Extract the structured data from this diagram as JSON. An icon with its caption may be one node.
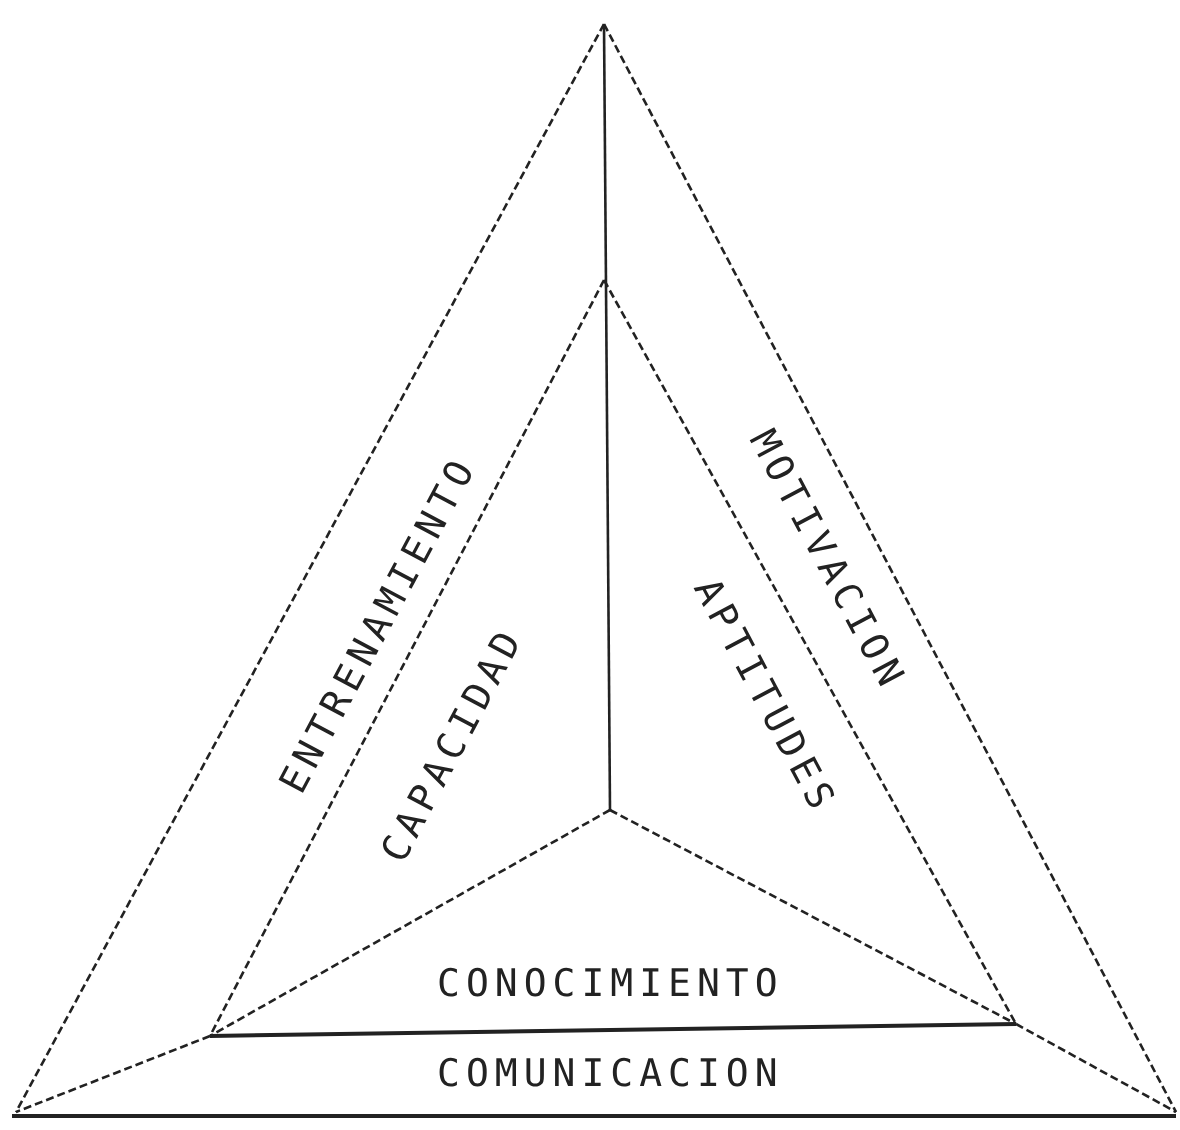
{
  "diagram": {
    "labels": [
      "ENTRENAMIENTO",
      "MOTIVACION",
      "CAPACIDAD",
      "APTITUDES",
      "CONOCIMIENTO",
      "COMUNICACION"
    ]
  }
}
